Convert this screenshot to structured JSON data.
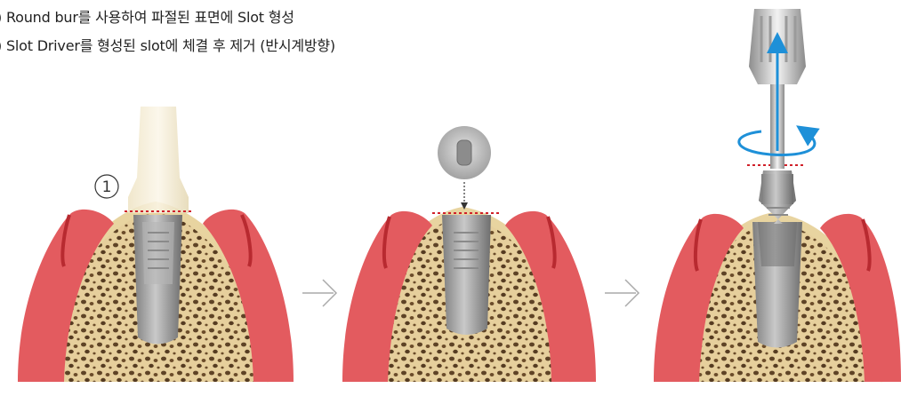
{
  "instructions": {
    "step1": {
      "marker": ")",
      "text": "Round bur를 사용하여 파절된 표면에 Slot 형성"
    },
    "step2": {
      "marker": ")",
      "text": "Slot Driver를 형성된 slot에 체결 후 제거 (반시계방향)"
    }
  },
  "figure": {
    "step_number": "①",
    "panels": [
      "panel-1-round-bur",
      "panel-2-slot",
      "panel-3-slot-driver"
    ],
    "arrows": [
      "arrow-1-to-2",
      "arrow-2-to-3"
    ],
    "colors": {
      "gum": "#d93a3f",
      "gum_light": "#f06a6c",
      "bone": "#e9d3a3",
      "bone_dark": "#c9a86a",
      "implant": "#9a9a9a",
      "fracture_line": "#d0202a",
      "rotation_arrow": "#1e90d8",
      "abutment": "#f2ead0"
    }
  }
}
